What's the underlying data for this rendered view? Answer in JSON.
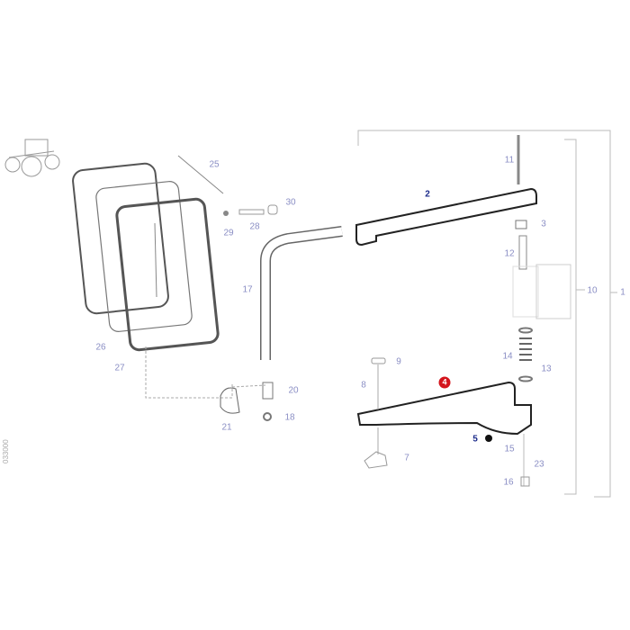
{
  "diagram": {
    "code": "033000",
    "highlight_color": "#d4141c",
    "selected_part": "4",
    "callouts": {
      "p1": "1",
      "p2": "2",
      "p3": "3",
      "p4": "4",
      "p5": "5",
      "p7": "7",
      "p8": "8",
      "p9": "9",
      "p10": "10",
      "p11": "11",
      "p12": "12",
      "p13": "13",
      "p14": "14",
      "p15": "15",
      "p16": "16",
      "p17": "17",
      "p18": "18",
      "p20": "20",
      "p21": "21",
      "p23": "23",
      "p25": "25",
      "p26": "26",
      "p27": "27",
      "p28": "28",
      "p29": "29",
      "p30": "30"
    }
  }
}
